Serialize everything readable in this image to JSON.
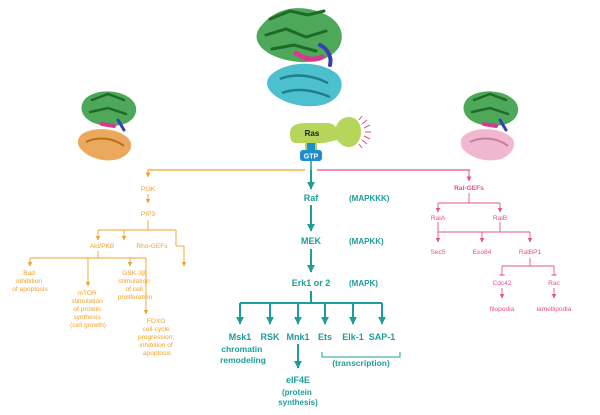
{
  "colors": {
    "orange": "#f0a22e",
    "teal": "#1d9d9b",
    "pink": "#e6508f",
    "ras_body": "#b5d65a",
    "gtp": "#1d8fd1",
    "protein_green": "#2e9a3c",
    "protein_cyan": "#38b9c9",
    "protein_orange": "#e8a04a",
    "protein_pink": "#efb3cf"
  },
  "icons": [
    "ras-protein-structure",
    "ras-pi3k-complex-structure",
    "ras-ralgef-complex-structure",
    "ras-gtp-membrane-icon"
  ],
  "ras": {
    "label": "Ras",
    "gtp": "GTP"
  },
  "pi3k_branch": {
    "pi3k": "PI3K",
    "pip3": "PIP3",
    "akt": "Akt/PKB",
    "rho": "Rho-GEFs",
    "bad": [
      "Bad",
      "inhibition",
      "of apoptosis"
    ],
    "mtor": [
      "mTOR",
      "stimulation",
      "of protein",
      "synthesis",
      "(cell growth)"
    ],
    "gsk": [
      "GSK-3β",
      "stimulation",
      "of cell",
      "proliferation"
    ],
    "foxo": [
      "FOXO",
      "cell-cycle",
      "progression;",
      "inhibition of",
      "apoptosis"
    ]
  },
  "mapk_branch": {
    "raf": "Raf",
    "raf_level": "(MAPKKK)",
    "mek": "MEK",
    "mek_level": "(MAPKK)",
    "erk": "Erk1 or 2",
    "erk_level": "(MAPK)",
    "targets": [
      "Msk1",
      "RSK",
      "Mnk1",
      "Ets",
      "Elk-1",
      "SAP-1"
    ],
    "msk1_role": [
      "chromatin",
      "remodeling"
    ],
    "eif4e": "eIF4E",
    "eif4e_role": [
      "(protein",
      "synthesis)"
    ],
    "transcription": "(transcription)"
  },
  "ral_branch": {
    "ralgefs": "Ral-GEFs",
    "rala": "RalA",
    "ralb": "RalB",
    "sec5": "Sec5",
    "exo84": "Exo84",
    "ralbp1": "RalBP1",
    "cdc42": "Cdc42",
    "rac": "Rac",
    "filopodia": "filopodia",
    "lamellipodia": "lamellipodia"
  }
}
